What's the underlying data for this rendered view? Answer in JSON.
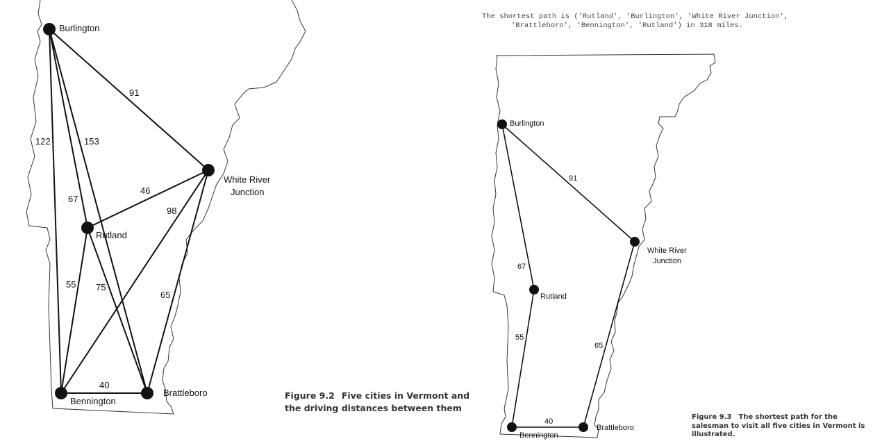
{
  "figure_left": {
    "caption_number": "Figure 9.2",
    "caption_text": "Five cities in Vermont and the driving distances between them",
    "cities": [
      "Burlington",
      "White River",
      "Junction",
      "Rutland",
      "Bennington",
      "Brattleboro"
    ],
    "distances": {
      "burlington_white_river": "91",
      "burlington_bennington": "122",
      "burlington_brattleboro": "153",
      "burlington_rutland": "67",
      "rutland_white_river": "46",
      "bennington_white_river": "98",
      "rutland_bennington": "55",
      "rutland_brattleboro": "75",
      "brattleboro_white_river": "65",
      "bennington_brattleboro": "40"
    }
  },
  "figure_right": {
    "console_line_1": "The shortest path is ('Rutland', 'Burlington', 'White River Junction',",
    "console_line_2": "'Brattleboro', 'Bennington', 'Rutland') in 318 miles.",
    "caption_number": "Figure 9.3",
    "caption_text": "The shortest path for the salesman to visit all five cities in Vermont is illustrated.",
    "cities": [
      "Burlington",
      "White River",
      "Junction",
      "Rutland",
      "Bennington",
      "Brattleboro"
    ],
    "distances": {
      "burlington_white_river": "91",
      "burlington_rutland": "67",
      "rutland_bennington": "55",
      "brattleboro_white_river": "65",
      "bennington_brattleboro": "40"
    }
  }
}
